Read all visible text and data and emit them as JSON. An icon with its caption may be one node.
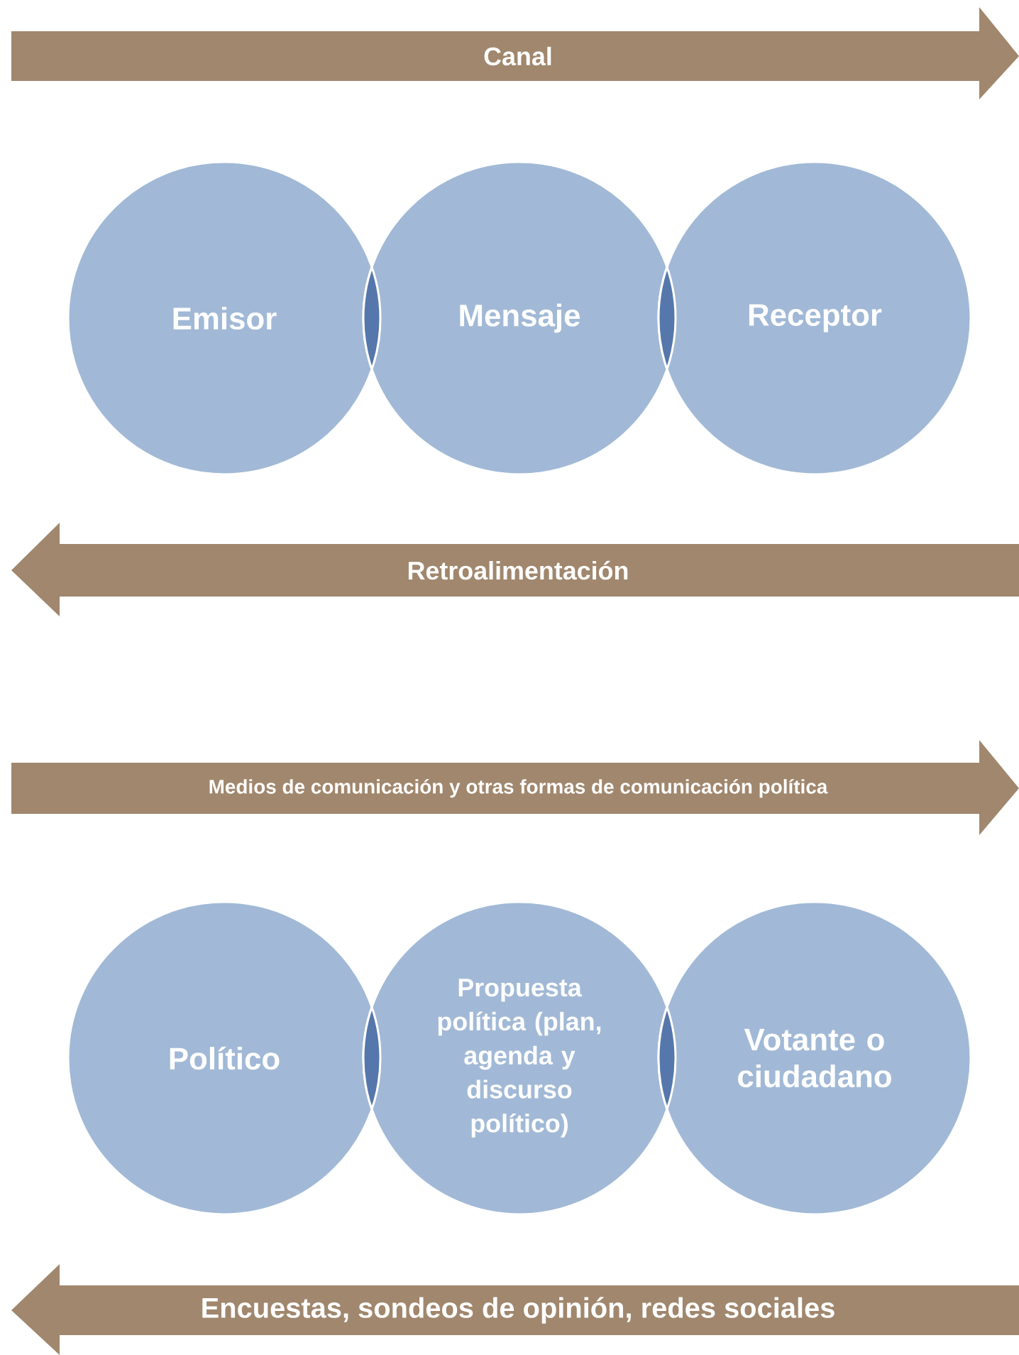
{
  "diagram": {
    "nodes": [
      {
        "text": [
          "Canal"
        ]
      },
      {
        "text": [
          "Emisor"
        ]
      },
      {
        "text": [
          "Mensaje"
        ]
      },
      {
        "text": [
          "Receptor"
        ]
      },
      {
        "text": [
          "Retroalimentación"
        ]
      },
      {
        "text": [
          "Medios de comunicación y otras formas de comunicación política"
        ]
      },
      {
        "text": [
          "Político"
        ]
      },
      {
        "text": [
          "Propuesta política (plan, agenda y discurso político)"
        ]
      },
      {
        "text": [
          "Votante o ciudadano"
        ]
      },
      {
        "text": [
          "Encuestas, sondeos de opinión, redes sociales"
        ]
      }
    ]
  }
}
